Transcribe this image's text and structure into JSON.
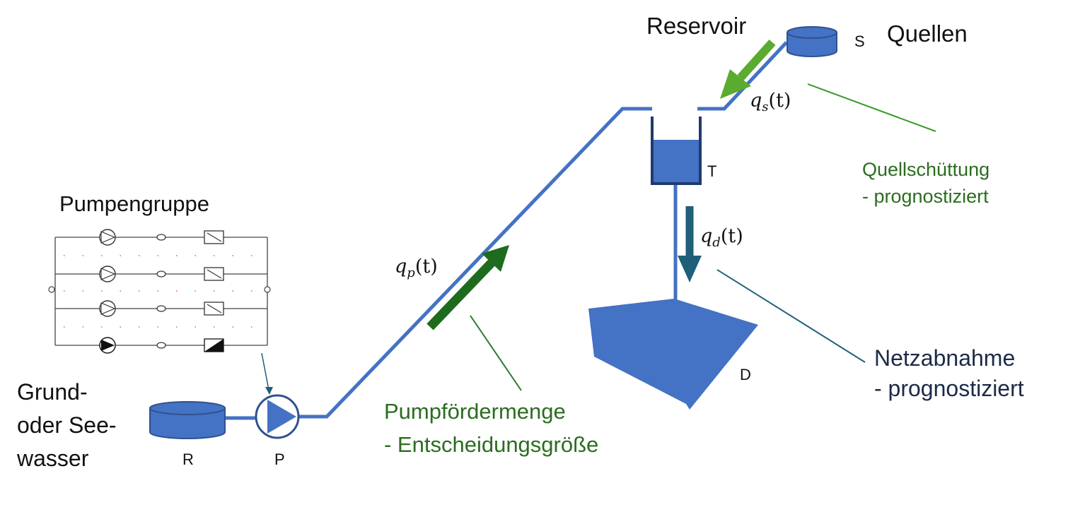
{
  "labels": {
    "reservoir": "Reservoir",
    "sources": "Quellen",
    "s": "S",
    "t": "T",
    "d": "D",
    "r": "R",
    "p": "P",
    "pump_group": "Pumpengruppe",
    "source_water_1": "Grund-",
    "source_water_2": "oder See-",
    "source_water_3": "wasser",
    "spring_flow_1": "Quellschüttung",
    "spring_flow_2": "- prognostiziert",
    "network_demand_1": "Netzabnahme",
    "network_demand_2": "- prognostiziert",
    "pump_flow_1": "Pumpfördermenge",
    "pump_flow_2": "- Entscheidungsgröße"
  },
  "math": {
    "qs": {
      "base": "q",
      "sub": "s",
      "arg": "(t)"
    },
    "qd": {
      "base": "q",
      "sub": "d",
      "arg": "(t)"
    },
    "qp": {
      "base": "q",
      "sub": "p",
      "arg": "(t)"
    }
  },
  "colors": {
    "pipe": "#4472c4",
    "tank_fill": "#4472c4",
    "tank_stroke": "#1f3a6e",
    "green_arrow": "#5aab2f",
    "dark_green_arrow": "#1e6b1e",
    "teal_arrow": "#1f5f7a",
    "green_text": "#2b6d1f",
    "navy_text": "#1c2a48"
  }
}
